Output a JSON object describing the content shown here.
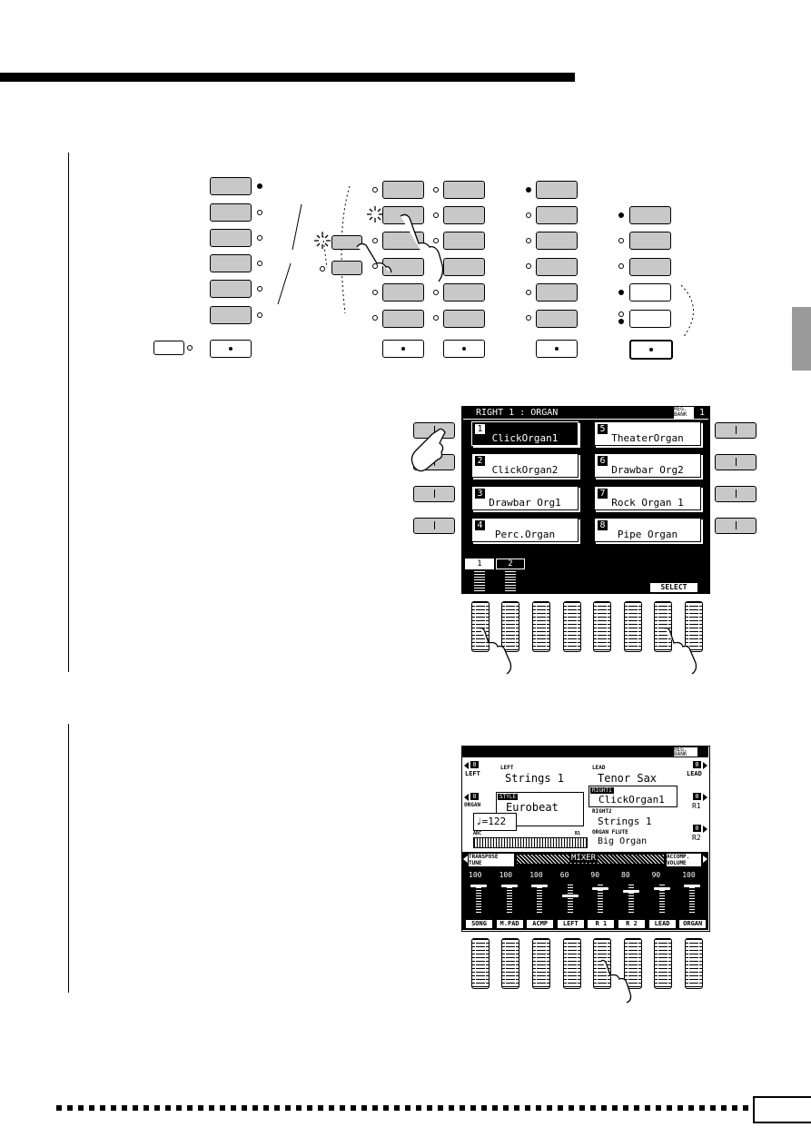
{
  "voice_screen": {
    "header": "RIGHT 1 : ORGAN",
    "reg_bank_label": "REG.\nBANK",
    "reg_bank_value": "1",
    "voices": [
      {
        "num": "1",
        "name": "ClickOrgan1",
        "selected": true
      },
      {
        "num": "2",
        "name": "ClickOrgan2",
        "selected": false
      },
      {
        "num": "3",
        "name": "Drawbar Org1",
        "selected": false
      },
      {
        "num": "4",
        "name": "Perc.Organ",
        "selected": false
      },
      {
        "num": "5",
        "name": "TheaterOrgan",
        "selected": false
      },
      {
        "num": "6",
        "name": "Drawbar Org2",
        "selected": false
      },
      {
        "num": "7",
        "name": "Rock Organ 1",
        "selected": false
      },
      {
        "num": "8",
        "name": "Pipe Organ",
        "selected": false
      }
    ],
    "pages": [
      "1",
      "2"
    ],
    "select_label": "SELECT"
  },
  "mixer_screen": {
    "reg_bank_label": "REG.\nBANK",
    "left_label": "LEFT",
    "left_num": "0",
    "left_voice_label": "LEFT",
    "left_voice": "Strings 1",
    "lead_voice_label": "LEAD",
    "lead_voice": "Tenor Sax",
    "lead_num": "0",
    "lead_label": "LEAD",
    "organ_num": "0",
    "organ_label": "ORGAN",
    "style_tag": "STYLE",
    "style_name": "Eurobeat",
    "right1_tag": "RIGHT1",
    "right1_voice": "ClickOrgan1",
    "r1_num": "0",
    "r1_label": "R1",
    "right2_label": "RIGHT2",
    "right2_voice": "Strings 1",
    "r2_num": "0",
    "r2_label": "R2",
    "organ_flute_label": "ORGAN FLUTE",
    "organ_flute_voice": "Big  Organ",
    "tempo": "♩=122",
    "kbd_left_label": "ABC",
    "kbd_right_label": "B1",
    "transpose_label": "TRANSPOSE\nTUNE",
    "mixer_title": "MIXER",
    "accomp_label": "ACCOMP.\nVOLUME",
    "channels": [
      {
        "label": "SONG",
        "value": "100",
        "level": 100
      },
      {
        "label": "M.PAD",
        "value": "100",
        "level": 100
      },
      {
        "label": "ACMP",
        "value": "100",
        "level": 100
      },
      {
        "label": "LEFT",
        "value": "60",
        "level": 60
      },
      {
        "label": "R 1",
        "value": "90",
        "level": 90
      },
      {
        "label": "R 2",
        "value": "80",
        "level": 80
      },
      {
        "label": "LEAD",
        "value": "90",
        "level": 90
      },
      {
        "label": "ORGAN",
        "value": "100",
        "level": 100
      }
    ]
  },
  "colors": {
    "screen": "#000000",
    "button": "#c8c8c8",
    "tab": "#9a9a9a"
  }
}
